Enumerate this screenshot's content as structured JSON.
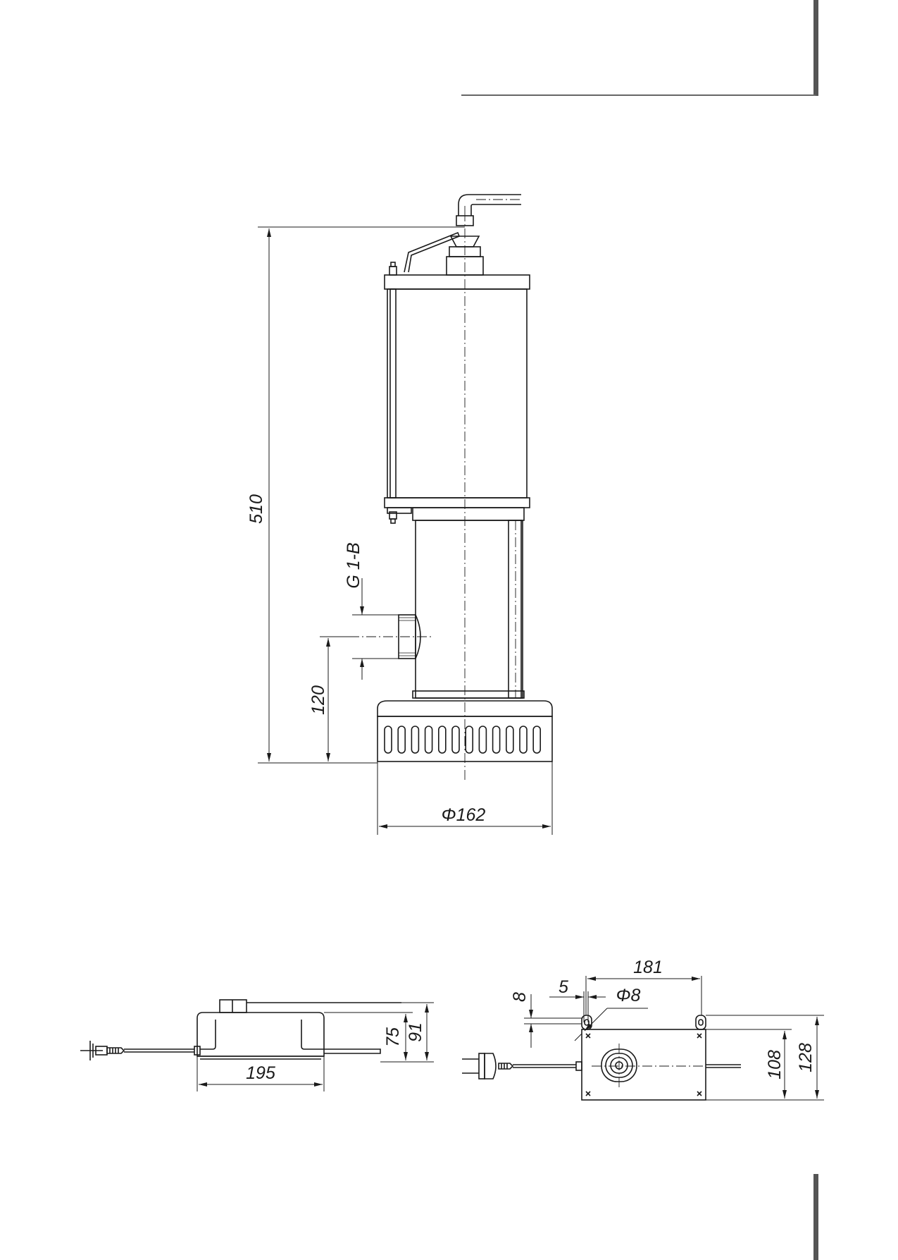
{
  "pump_drawing": {
    "height_label": "510",
    "outlet_thread_label": "G 1-B",
    "outlet_height_label": "120",
    "base_diameter_label": "Φ162"
  },
  "float_switch_side": {
    "width_label": "195",
    "height_inner_label": "75",
    "height_outer_label": "91"
  },
  "float_switch_top": {
    "width_label": "181",
    "slot_label": "8",
    "offset_label": "5",
    "hole_label": "Φ8",
    "depth_inner_label": "108",
    "depth_outer_label": "128"
  }
}
